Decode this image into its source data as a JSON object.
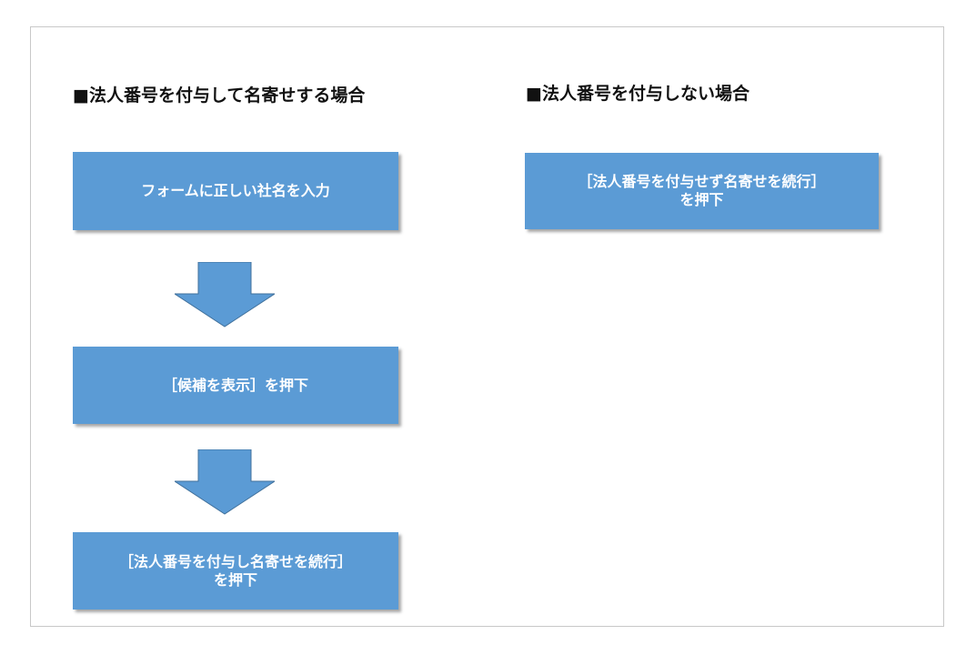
{
  "headings": {
    "with_number": "■法人番号を付与して名寄せする場合",
    "without_number": "■法人番号を付与しない場合"
  },
  "left_flow": {
    "step1": "フォームに正しい社名を入力",
    "step2": "［候補を表示］を押下",
    "step3_line1": "［法人番号を付与し名寄せを続行］",
    "step3_line2": "を押下"
  },
  "right_flow": {
    "step1_line1": "［法人番号を付与せず名寄せを続行］",
    "step1_line2": "を押下"
  },
  "colors": {
    "box_fill": "#5b9bd5",
    "box_text": "#ffffff",
    "frame_border": "#c8c8c8"
  }
}
